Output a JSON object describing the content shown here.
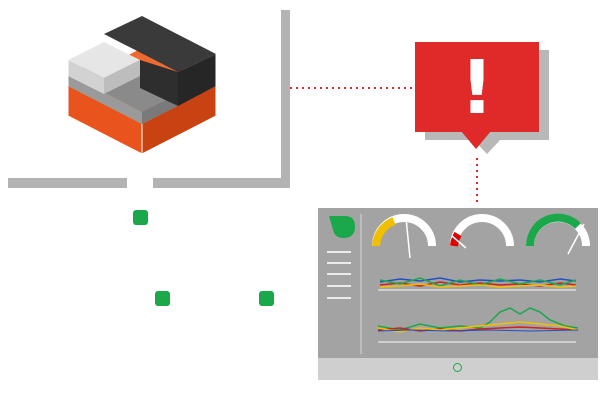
{
  "alert": {
    "glyph": "!"
  },
  "colors": {
    "alert_red": "#e02a2a",
    "node_green": "#1aa84a",
    "cube_orange": "#e8541c",
    "cube_dark": "#333333",
    "gauge_yellow": "#f0c000",
    "gauge_red": "#e00000",
    "gauge_green": "#1aa84a"
  },
  "dashboard": {
    "gauges": [
      {
        "name": "gauge-low",
        "level": 0.3,
        "color": "#f0c000"
      },
      {
        "name": "gauge-critical",
        "level": 0.1,
        "color": "#e00000"
      },
      {
        "name": "gauge-high",
        "level": 0.75,
        "color": "#1aa84a"
      }
    ],
    "menu_lines": 5
  }
}
